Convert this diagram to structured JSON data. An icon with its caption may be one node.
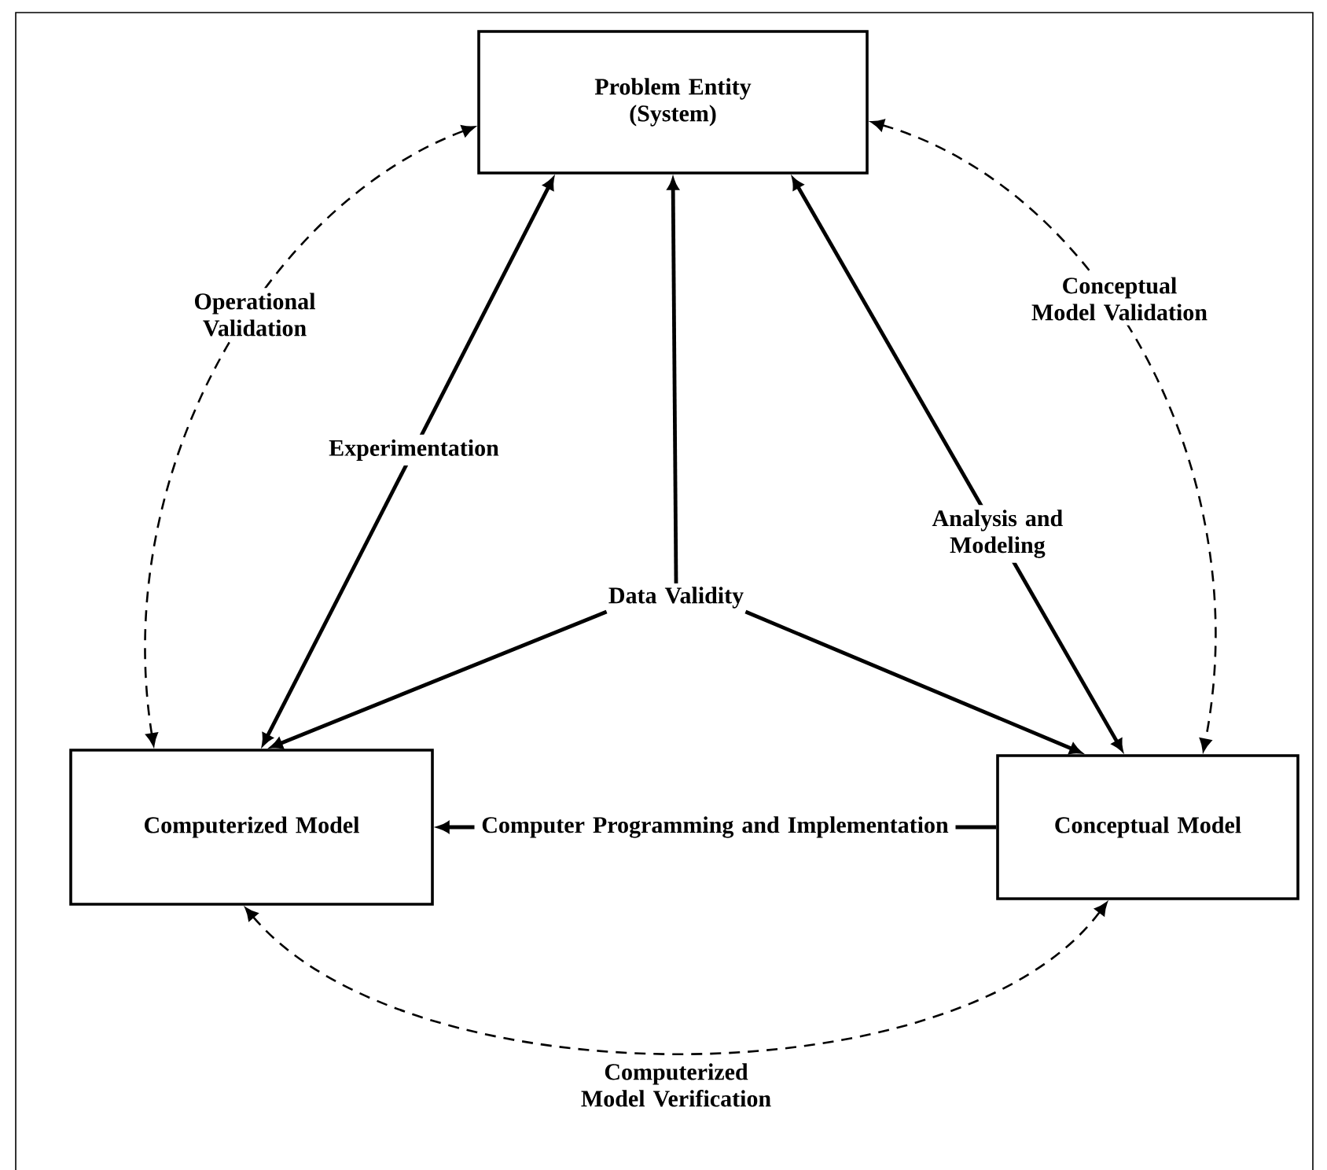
{
  "diagram": {
    "nodes": [
      {
        "text": [
          "Problem Entity (System)"
        ]
      },
      {
        "text": [
          "Computerized Model"
        ]
      },
      {
        "text": [
          "Conceptual Model"
        ]
      },
      {
        "text": [
          "Data Validity"
        ]
      }
    ],
    "edges": [
      {
        "from": 1,
        "to": 0,
        "arrow": "both",
        "label": "Experimentation"
      },
      {
        "from": 0,
        "to": 2,
        "arrow": "both",
        "label": "Analysis and Modeling"
      },
      {
        "from": 3,
        "to": 0,
        "arrow": "to"
      },
      {
        "from": 3,
        "to": 1,
        "arrow": "to"
      },
      {
        "from": 3,
        "to": 2,
        "arrow": "to"
      },
      {
        "from": 2,
        "to": 1,
        "arrow": "to",
        "label": "Computer Programming and Implementation"
      },
      {
        "from": 1,
        "to": 0,
        "arrow": "both",
        "style": "dashed",
        "label": "Operational Validation"
      },
      {
        "from": 0,
        "to": 2,
        "arrow": "both",
        "style": "dashed",
        "label": "Conceptual Model Validation"
      },
      {
        "from": 1,
        "to": 2,
        "arrow": "both",
        "style": "dashed",
        "label": "Computerized Model Verification"
      }
    ]
  }
}
